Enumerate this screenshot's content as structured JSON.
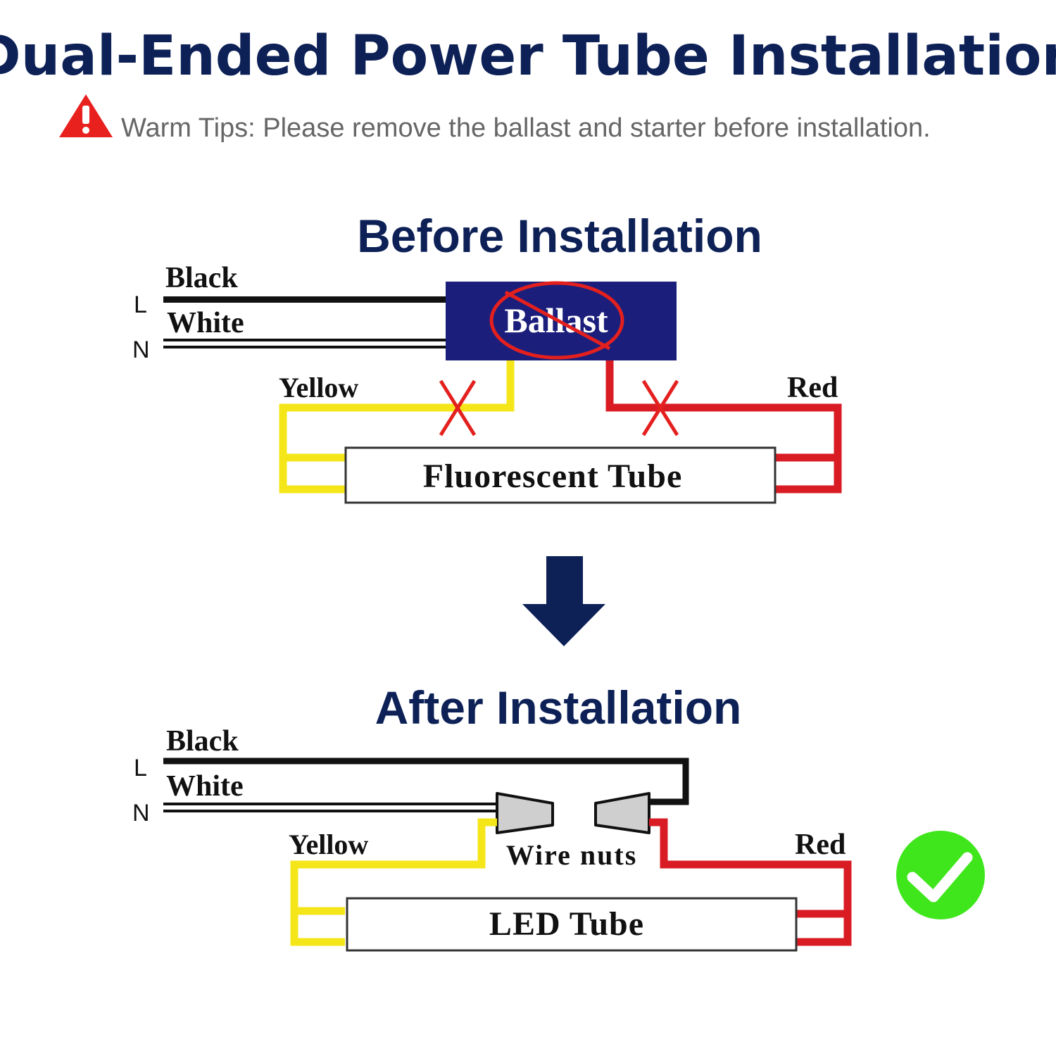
{
  "title": "Dual-Ended Power Tube Installation",
  "warning": {
    "icon": "warning-triangle-icon",
    "text": "Warm Tips: Please remove the ballast and starter before installation."
  },
  "before": {
    "heading": "Before Installation",
    "live_label": "L",
    "neutral_label": "N",
    "black_label": "Black",
    "white_label": "White",
    "ballast_label": "Ballast",
    "yellow_label": "Yellow",
    "red_label": "Red",
    "tube_label": "Fluorescent Tube"
  },
  "after": {
    "heading": "After Installation",
    "live_label": "L",
    "neutral_label": "N",
    "black_label": "Black",
    "white_label": "White",
    "wire_nuts_label": "Wire nuts",
    "yellow_label": "Yellow",
    "red_label": "Red",
    "tube_label": "LED Tube"
  },
  "icons": {
    "arrow": "arrow-down-icon",
    "check": "check-circle-icon",
    "cross": "x-mark-icon",
    "prohibited": "no-sign-icon"
  },
  "colors": {
    "title_navy": "#0d2157",
    "tip_gray": "#666666",
    "warning_red": "#e8201e",
    "ballast_fill": "#1b1f7b",
    "wire_black": "#111111",
    "wire_yellow": "#f5e61a",
    "wire_red": "#d91c24",
    "cross_red": "#e4201e",
    "arrow_navy": "#0d2157",
    "check_green": "#3fe61c"
  }
}
